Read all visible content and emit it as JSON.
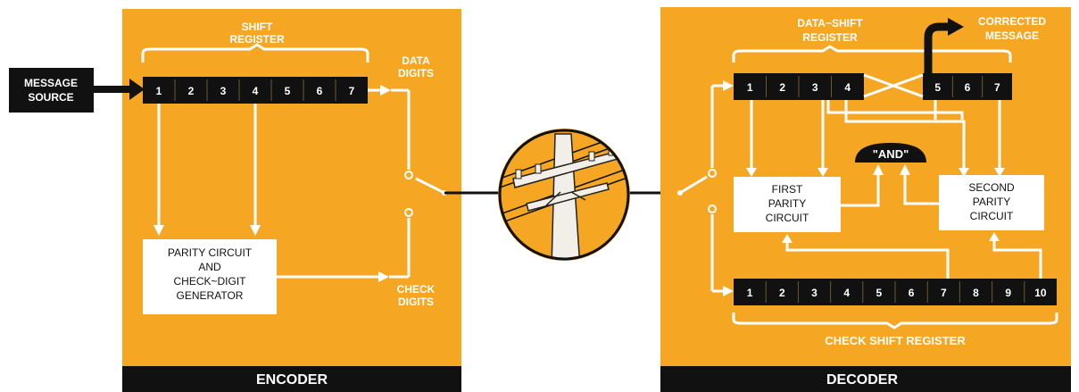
{
  "colors": {
    "panel": "#f5a623",
    "dark": "#111111",
    "white": "#ffffff"
  },
  "encoder": {
    "shift_register_label": [
      "SHIFT",
      "REGISTER"
    ],
    "cells": [
      "1",
      "2",
      "3",
      "4",
      "5",
      "6",
      "7"
    ],
    "message_source": [
      "MESSAGE",
      "SOURCE"
    ],
    "parity_box": [
      "PARITY CIRCUIT",
      "AND",
      "CHECK~DIGIT",
      "GENERATOR"
    ],
    "data_digits": [
      "DATA",
      "DIGITS"
    ],
    "check_digits": [
      "CHECK",
      "DIGITS"
    ],
    "footer": "ENCODER"
  },
  "decoder": {
    "data_shift_label": [
      "DATA~SHIFT",
      "REGISTER"
    ],
    "data_cells_left": [
      "1",
      "2",
      "3",
      "4"
    ],
    "data_cells_right": [
      "5",
      "6",
      "7"
    ],
    "corrected": [
      "CORRECTED",
      "MESSAGE"
    ],
    "and_gate": "\"AND\"",
    "first_parity": [
      "FIRST",
      "PARITY",
      "CIRCUIT"
    ],
    "second_parity": [
      "SECOND",
      "PARITY",
      "CIRCUIT"
    ],
    "check_cells": [
      "1",
      "2",
      "3",
      "4",
      "5",
      "6",
      "7",
      "8",
      "9",
      "10"
    ],
    "check_shift_label": "CHECK SHIFT REGISTER",
    "footer": "DECODER"
  },
  "pole_icon": "telephone-pole-icon"
}
